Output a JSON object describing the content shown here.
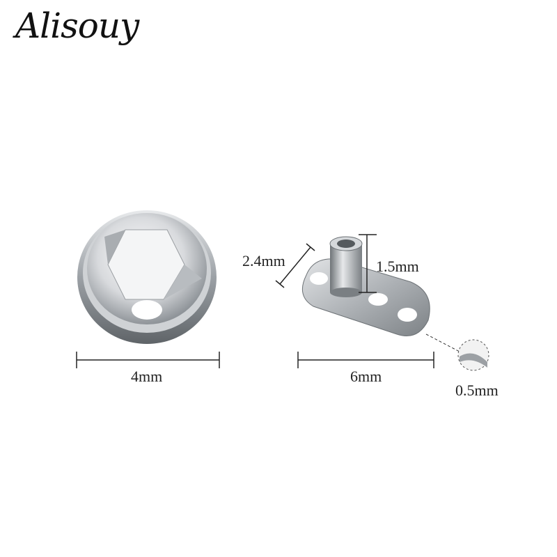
{
  "logo": {
    "text": "Alisouy"
  },
  "dimensions": {
    "gem_diameter": "4mm",
    "base_length": "6mm",
    "base_width": "2.4mm",
    "post_height": "1.5mm",
    "base_thickness": "0.5mm"
  },
  "colors": {
    "metal": "#b8bcc2",
    "line": "#222222"
  }
}
